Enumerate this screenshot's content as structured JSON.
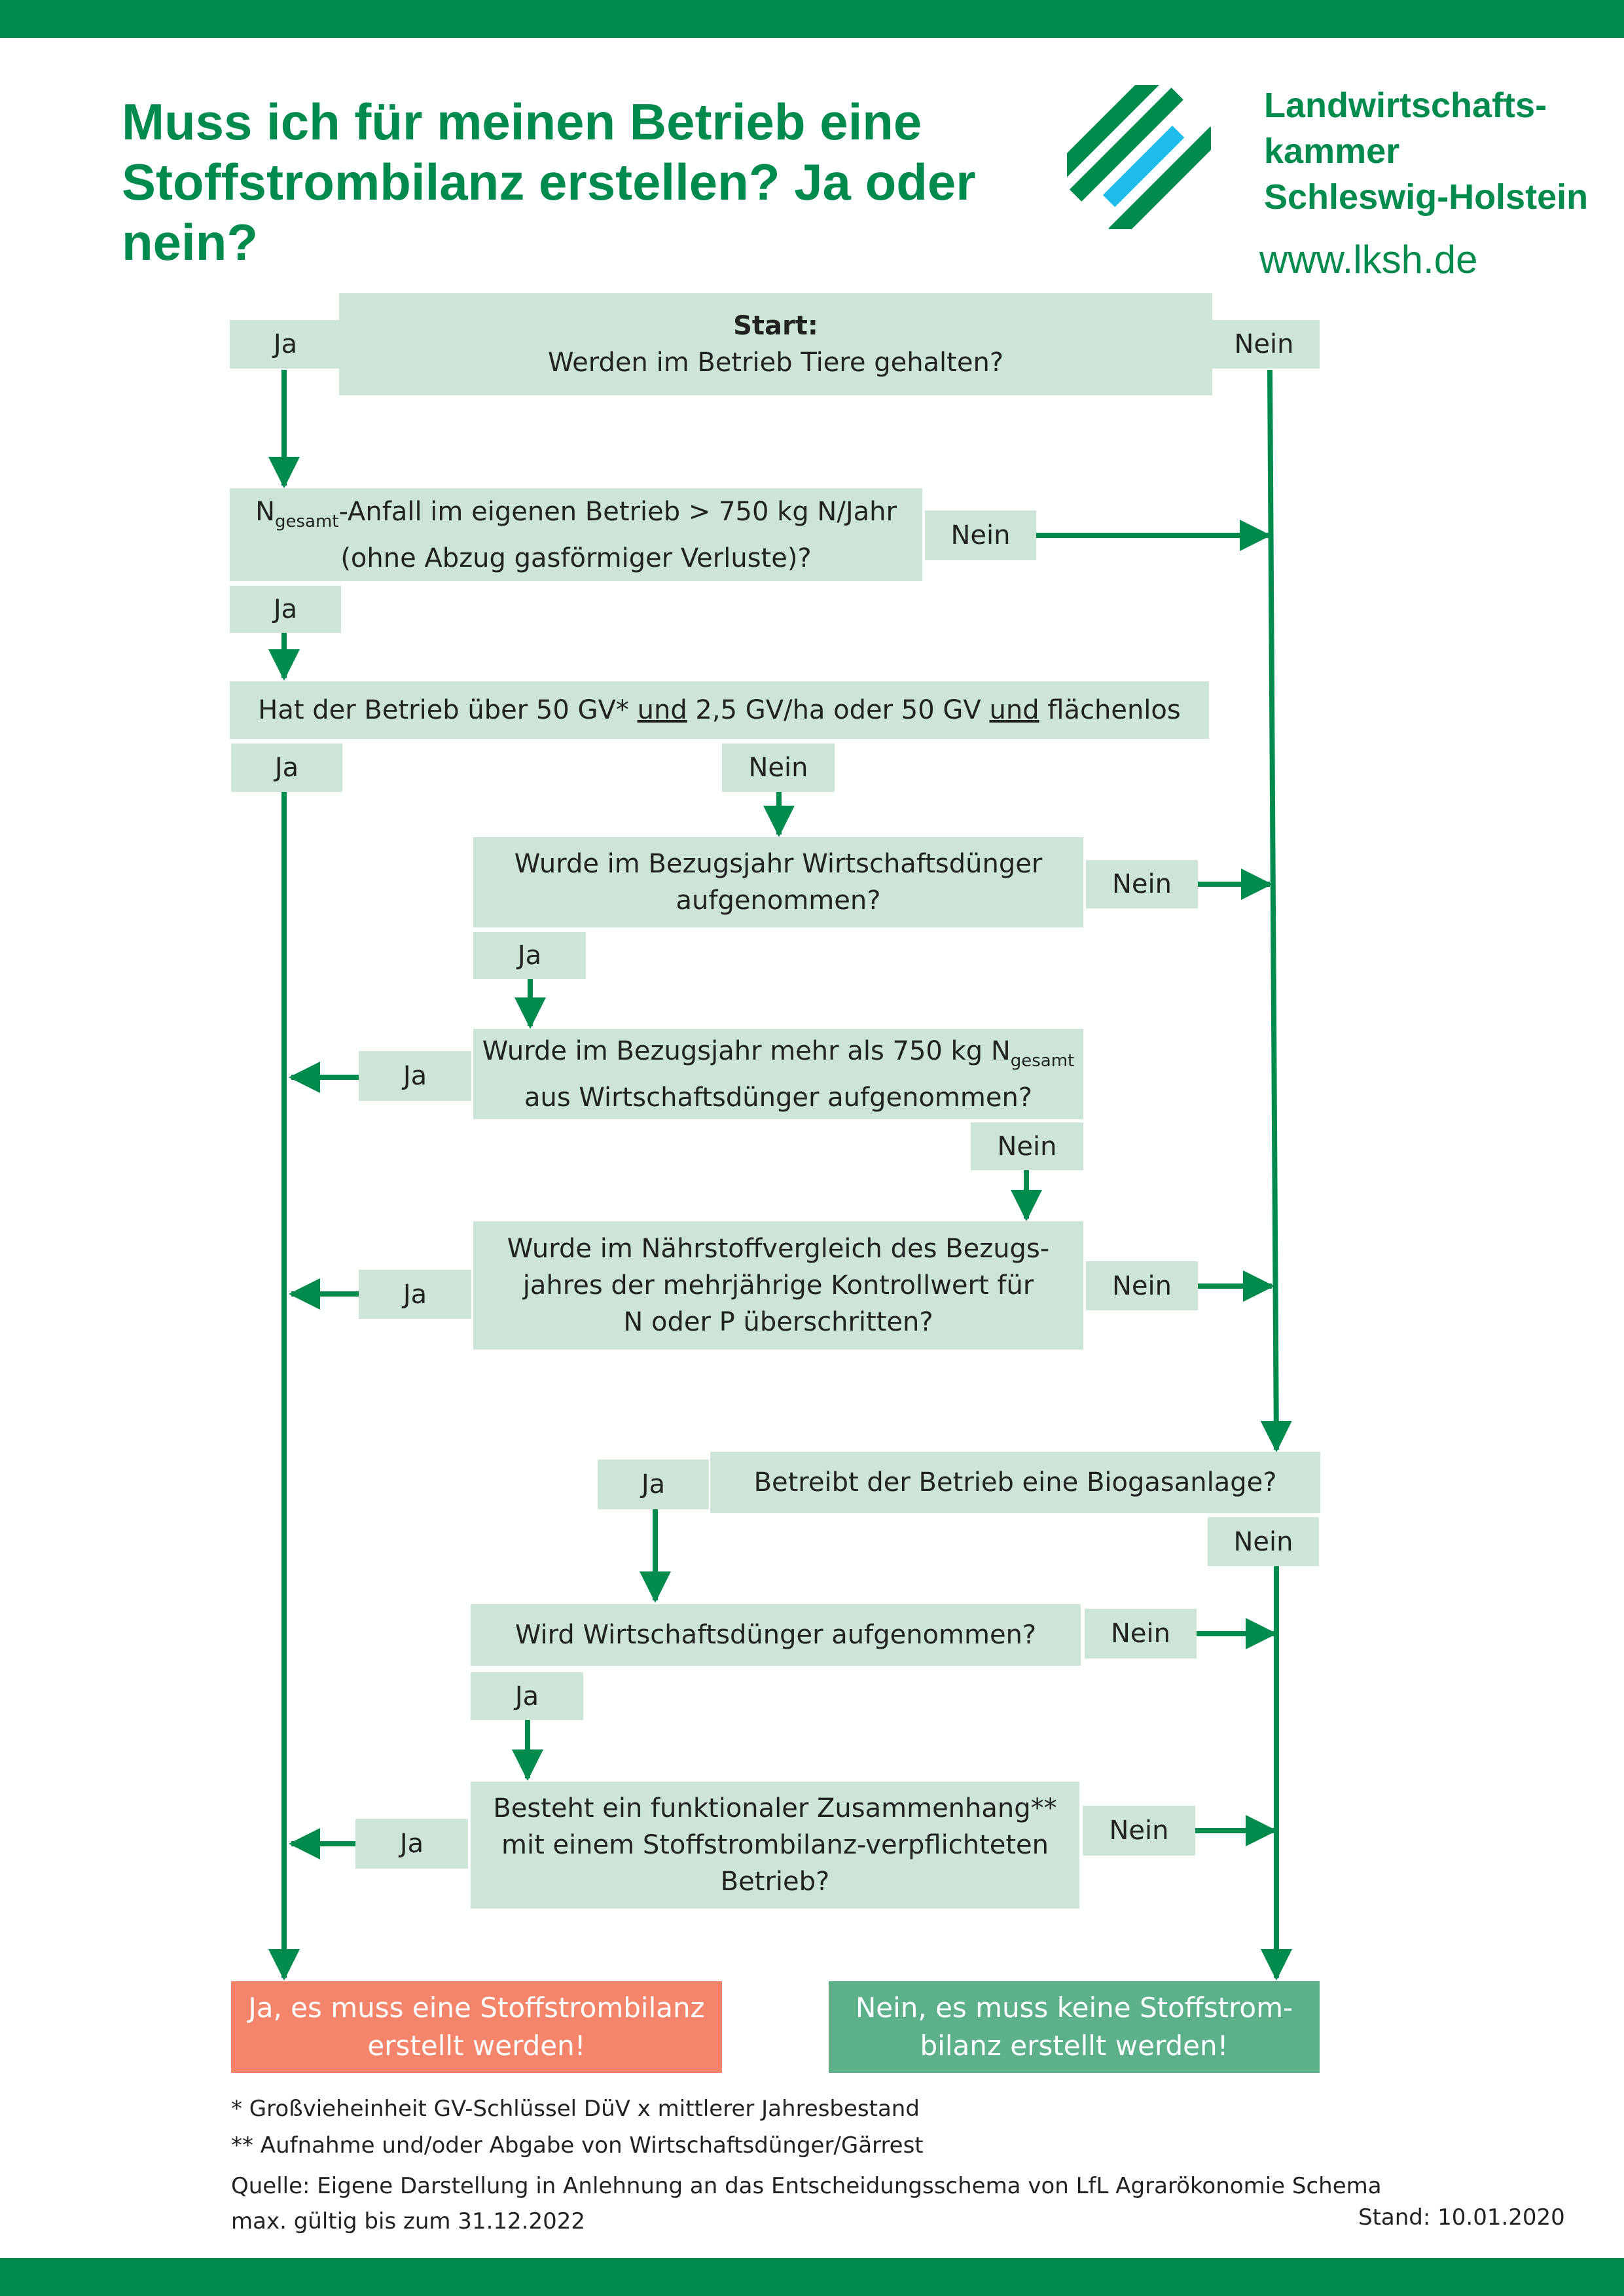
{
  "header": {
    "title_line1": "Muss ich für meinen Betrieb eine",
    "title_line2": "Stoffstrombilanz erstellen? Ja oder nein?",
    "org_line1": "Landwirtschafts-",
    "org_line2": "kammer",
    "org_line3": "Schleswig-Holstein",
    "website": "www.lksh.de",
    "logo_colors": {
      "green": "#008b4e",
      "blue": "#1ebcea"
    }
  },
  "colors": {
    "accent": "#008b4e",
    "box": "#cde5d7",
    "result_yes": "#f4856b",
    "result_no": "#5cb08a"
  },
  "flow": {
    "q1": {
      "line1": "Start:",
      "line2": "Werden im Betrieb Tiere gehalten?"
    },
    "q2": {
      "n": "N",
      "sub": "gesamt",
      "line1_rest": "-Anfall im eigenen Betrieb > 750 kg N/Jahr",
      "line2": "(ohne Abzug gasförmiger Verluste)?"
    },
    "q3": {
      "part1": "Hat der Betrieb über 50 GV* ",
      "und1": "und",
      "part2": " 2,5 GV/ha oder 50 GV ",
      "und2": "und",
      "part3": " flächenlos"
    },
    "q4": {
      "line1": "Wurde im Bezugsjahr Wirtschaftsdünger",
      "line2": "aufgenommen?"
    },
    "q5": {
      "line1": "Wurde im Bezugsjahr mehr als 750 kg N",
      "sub": "gesamt",
      "line2": "aus Wirtschaftsdünger aufgenommen?"
    },
    "q6": {
      "line1": "Wurde im Nährstoffvergleich des Bezugs-",
      "line2": "jahres der mehrjährige Kontrollwert für",
      "line3": "N oder P überschritten?"
    },
    "q7": {
      "text": "Betreibt der Betrieb eine Biogasanlage?"
    },
    "q8": {
      "text": "Wird Wirtschaftsdünger aufgenommen?"
    },
    "q9": {
      "line1": "Besteht ein funktionaler Zusammenhang**",
      "line2": "mit einem Stoffstrombilanz-verpflichteten",
      "line3": "Betrieb?"
    },
    "yes": "Ja",
    "no": "Nein"
  },
  "results": {
    "yes_line1": "Ja, es muss eine Stoffstrombilanz",
    "yes_line2": "erstellt werden!",
    "no_line1": "Nein, es muss keine Stoffstrom-",
    "no_line2": "bilanz erstellt werden!"
  },
  "footnotes": {
    "f1": "* Großvieheinheit GV-Schlüssel DüV x mittlerer Jahresbestand",
    "f2": "** Aufnahme und/oder Abgabe von Wirtschaftsdünger/Gärrest",
    "source_line1": "Quelle: Eigene Darstellung in Anlehnung an das Entscheidungsschema von LfL Agrarökonomie Schema",
    "source_line2": "max. gültig bis zum 31.12.2022",
    "date": "Stand: 10.01.2020"
  }
}
